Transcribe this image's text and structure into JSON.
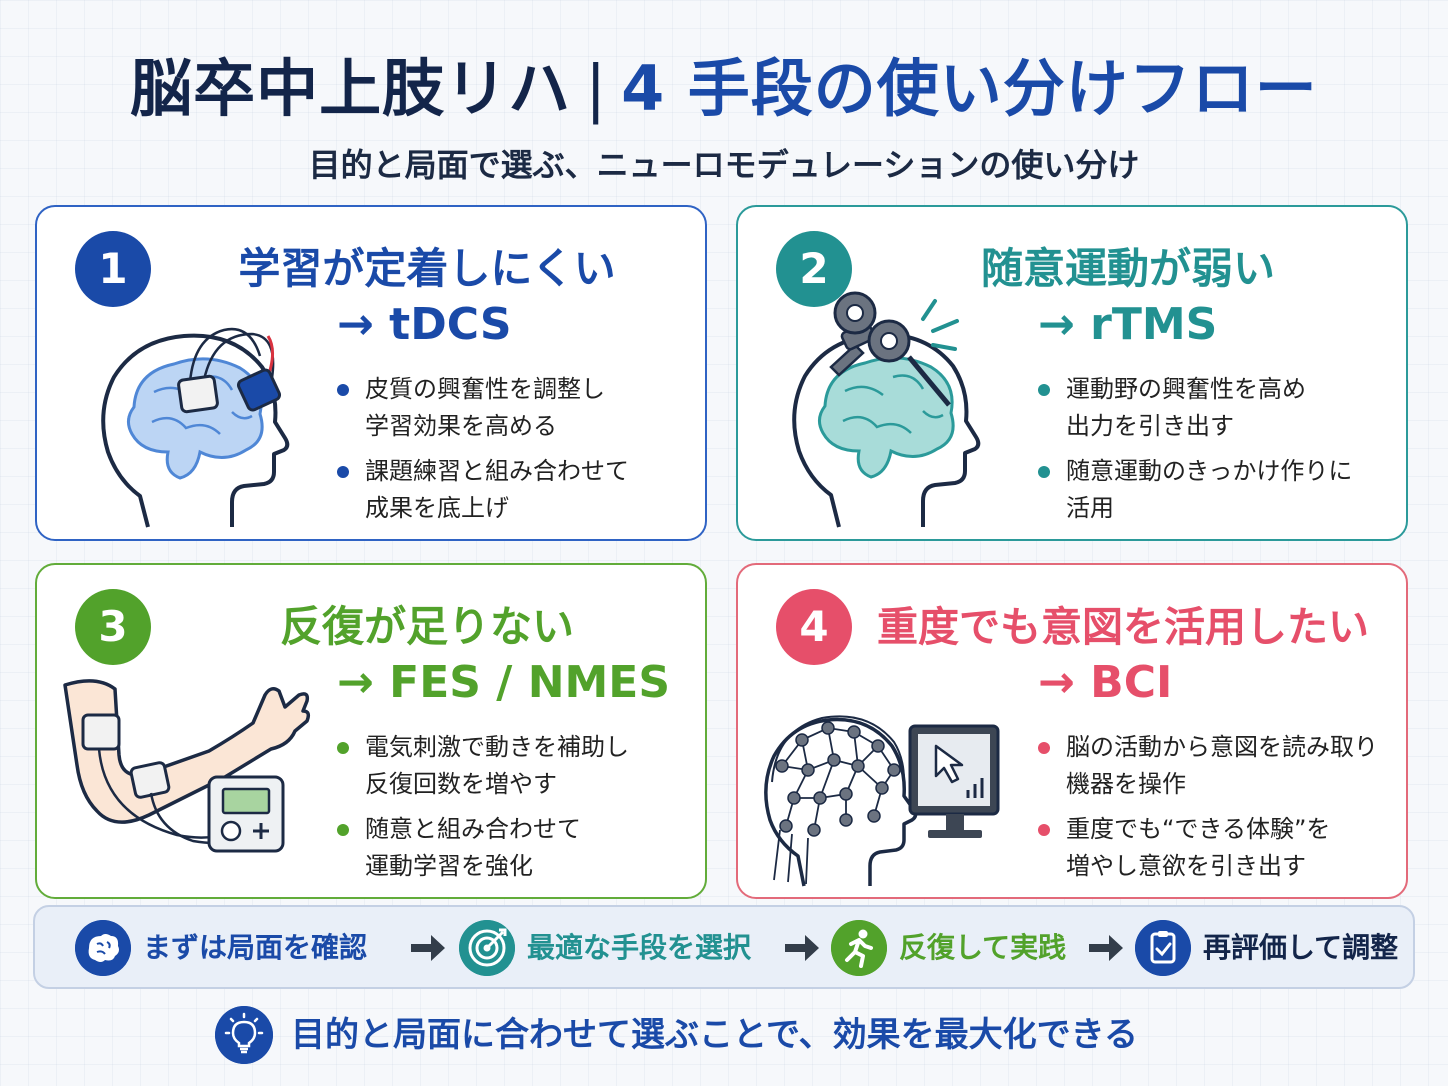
{
  "title": {
    "part1": "脳卒中上肢リハ",
    "separator": "|",
    "part2": "4 手段の使い分けフロー"
  },
  "subtitle": "目的と局面で選ぶ、ニューロモデュレーションの使い分け",
  "cards": [
    {
      "number": "1",
      "heading": "学習が定着しにくい",
      "method": "→ tDCS",
      "bullets": [
        "皮質の興奮性を調整し\n学習効果を高める",
        "課題練習と組み合わせて\n成果を底上げ"
      ],
      "color": "#1a4aa8",
      "illustration": "head-with-tdcs-electrodes-icon"
    },
    {
      "number": "2",
      "heading": "随意運動が弱い",
      "method": "→ rTMS",
      "bullets": [
        "運動野の興奮性を高め\n出力を引き出す",
        "随意運動のきっかけ作りに\n活用"
      ],
      "color": "#229191",
      "illustration": "head-with-tms-coil-icon"
    },
    {
      "number": "3",
      "heading": "反復が足りない",
      "method": "→ FES / NMES",
      "bullets": [
        "電気刺激で動きを補助し\n反復回数を増やす",
        "随意と組み合わせて\n運動学習を強化"
      ],
      "color": "#52a22b",
      "illustration": "arm-with-stimulator-icon"
    },
    {
      "number": "4",
      "heading": "重度でも意図を活用したい",
      "method": "→ BCI",
      "bullets": [
        "脳の活動から意図を読み取り\n機器を操作",
        "重度でも“できる体験”を\n増やし意欲を引き出す"
      ],
      "color": "#e64f6a",
      "illustration": "eeg-cap-and-monitor-icon"
    }
  ],
  "flow": {
    "steps": [
      {
        "label": "まずは局面を確認",
        "icon": "brain-icon"
      },
      {
        "label": "最適な手段を選択",
        "icon": "target-icon"
      },
      {
        "label": "反復して実践",
        "icon": "running-person-icon"
      },
      {
        "label": "再評価して調整",
        "icon": "clipboard-check-icon"
      }
    ],
    "arrow_icon": "arrow-right-icon"
  },
  "bottom_message": {
    "text": "目的と局面に合わせて選ぶことで、効果を最大化できる",
    "icon": "lightbulb-icon"
  }
}
